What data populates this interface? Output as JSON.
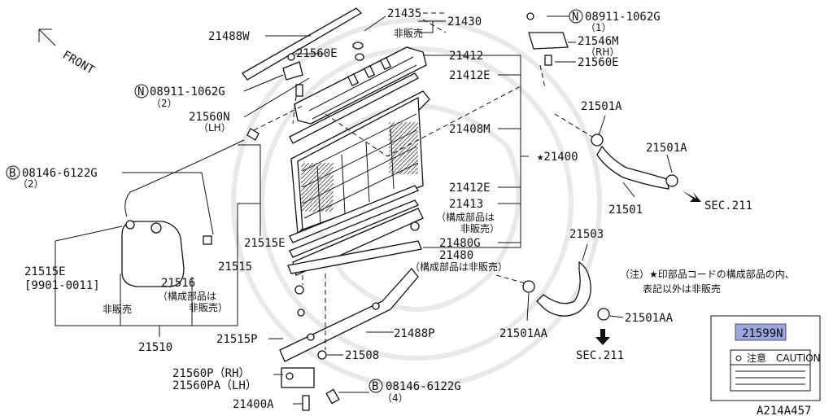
{
  "front_label": "FRONT",
  "diagram_code": "A214A457",
  "note": {
    "line1": "（注）★印部品コードの構成部品の内、",
    "line2": "表記以外は非販売"
  },
  "caution_box": {
    "part": "21599N",
    "caution": "注意　CAUTION"
  },
  "labels": {
    "p21488W": "21488W",
    "p21435": "21435",
    "p21430": "21430",
    "hihanbai": "非販売",
    "p21560E_left": "21560E",
    "p08911_left": "08911-1062G",
    "p08911_left_qty": "（2）",
    "p21560N": "21560N",
    "p21560N_side": "（LH）",
    "p08146_top": "08146-6122G",
    "p08146_top_qty": "（2）",
    "p21412": "21412",
    "p21412E_top": "21412E",
    "p21408M": "21408M",
    "p21400": "★21400",
    "p21412E_bot": "21412E",
    "p21413": "21413",
    "p21413_note1": "（構成部品は",
    "p21413_note2": "非販売）",
    "p21480G": "21480G",
    "p21480": "21480",
    "p21480_note": "（構成部品は非販売）",
    "p21515E": "21515E",
    "p21515": "21515",
    "p21515E_2": "21515E",
    "p21515E_date": "[9901-0011]",
    "hihanbai2": "非販売",
    "p21516": "21516",
    "p21516_note1": "（構成部品は",
    "p21516_note2": "非販売）",
    "p21510": "21510",
    "p21515P": "21515P",
    "p21508": "21508",
    "p21488P": "21488P",
    "p21560P": "21560P（RH）",
    "p21560PA": "21560PA（LH）",
    "p21400A": "21400A",
    "p08146_bot": "08146-6122G",
    "p08146_bot_qty": "（4）",
    "p08911_right": "08911-1062G",
    "p08911_right_qty": "（1）",
    "p21546M": "21546M",
    "p21546M_side": "（RH）",
    "p21560E_right": "21560E",
    "p21501A_top": "21501A",
    "p21501A_right": "21501A",
    "p21501": "21501",
    "sec211_top": "SEC.211",
    "p21503": "21503",
    "p21501AA_left": "21501AA",
    "p21501AA_right": "21501AA",
    "sec211_bot": "SEC.211",
    "circle_N": "N",
    "circle_B": "B"
  }
}
